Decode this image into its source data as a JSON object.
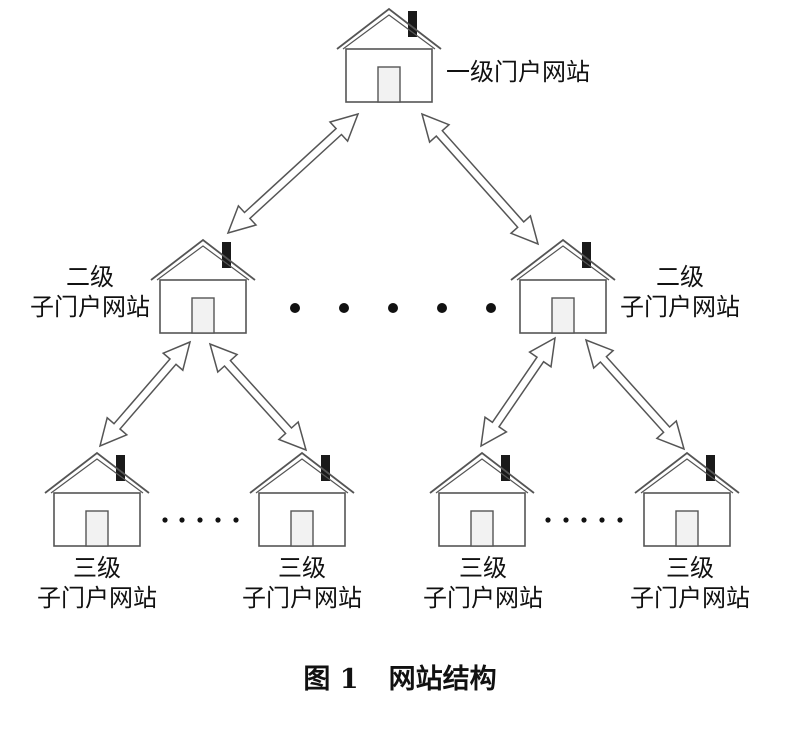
{
  "diagram": {
    "top": {
      "label": "一级门户网站"
    },
    "level2": [
      {
        "line1": "二级",
        "line2": "子门户网站"
      },
      {
        "line1": "二级",
        "line2": "子门户网站"
      }
    ],
    "level3": [
      {
        "line1": "三级",
        "line2": "子门户网站"
      },
      {
        "line1": "三级",
        "line2": "子门户网站"
      },
      {
        "line1": "三级",
        "line2": "子门户网站"
      },
      {
        "line1": "三级",
        "line2": "子门户网站"
      }
    ]
  },
  "caption": {
    "number": "图 1",
    "title": "网站结构"
  }
}
